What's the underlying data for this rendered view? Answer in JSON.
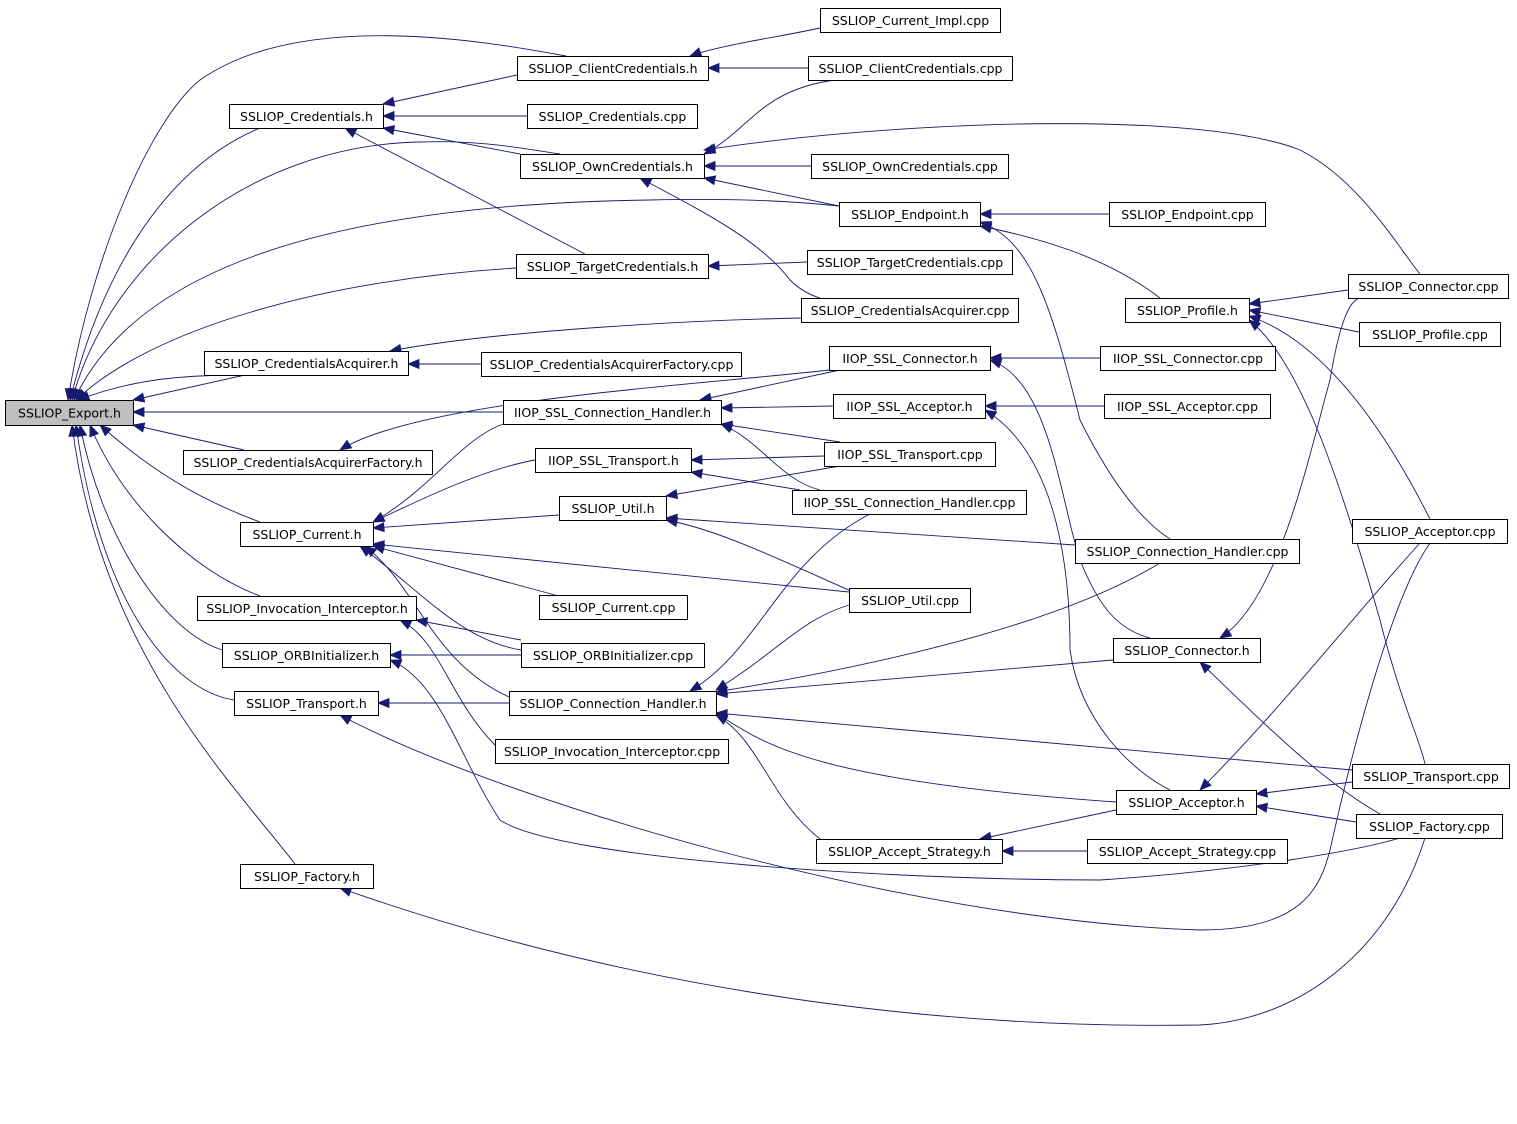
{
  "colors": {
    "edge": "#191970",
    "node_fill": "#ffffff",
    "root_fill": "#bfbfbf",
    "border": "#000000"
  },
  "nodes": [
    {
      "id": "export_h",
      "label": "SSLIOP_Export.h",
      "root": true
    },
    {
      "id": "clientcred_h",
      "label": "SSLIOP_ClientCredentials.h"
    },
    {
      "id": "cred_h",
      "label": "SSLIOP_Credentials.h"
    },
    {
      "id": "owncred_h",
      "label": "SSLIOP_OwnCredentials.h"
    },
    {
      "id": "targetcred_h",
      "label": "SSLIOP_TargetCredentials.h"
    },
    {
      "id": "credacq_h",
      "label": "SSLIOP_CredentialsAcquirer.h"
    },
    {
      "id": "credacqfac_h",
      "label": "SSLIOP_CredentialsAcquirerFactory.h"
    },
    {
      "id": "current_h",
      "label": "SSLIOP_Current.h"
    },
    {
      "id": "invint_h",
      "label": "SSLIOP_Invocation_Interceptor.h"
    },
    {
      "id": "orbinit_h",
      "label": "SSLIOP_ORBInitializer.h"
    },
    {
      "id": "transport_h",
      "label": "SSLIOP_Transport.h"
    },
    {
      "id": "factory_h",
      "label": "SSLIOP_Factory.h"
    },
    {
      "id": "current_impl_cpp",
      "label": "SSLIOP_Current_Impl.cpp"
    },
    {
      "id": "clientcred_cpp",
      "label": "SSLIOP_ClientCredentials.cpp"
    },
    {
      "id": "cred_cpp",
      "label": "SSLIOP_Credentials.cpp"
    },
    {
      "id": "owncred_cpp",
      "label": "SSLIOP_OwnCredentials.cpp"
    },
    {
      "id": "endpoint_h",
      "label": "SSLIOP_Endpoint.h"
    },
    {
      "id": "endpoint_cpp",
      "label": "SSLIOP_Endpoint.cpp"
    },
    {
      "id": "targetcred_cpp",
      "label": "SSLIOP_TargetCredentials.cpp"
    },
    {
      "id": "credacq_cpp",
      "label": "SSLIOP_CredentialsAcquirer.cpp"
    },
    {
      "id": "profile_h",
      "label": "SSLIOP_Profile.h"
    },
    {
      "id": "connector_cpp",
      "label": "SSLIOP_Connector.cpp"
    },
    {
      "id": "profile_cpp",
      "label": "SSLIOP_Profile.cpp"
    },
    {
      "id": "credacqfac_cpp",
      "label": "SSLIOP_CredentialsAcquirerFactory.cpp"
    },
    {
      "id": "iiop_connector_h",
      "label": "IIOP_SSL_Connector.h"
    },
    {
      "id": "iiop_connector_cpp",
      "label": "IIOP_SSL_Connector.cpp"
    },
    {
      "id": "iiop_connhandler_h",
      "label": "IIOP_SSL_Connection_Handler.h"
    },
    {
      "id": "iiop_acceptor_h",
      "label": "IIOP_SSL_Acceptor.h"
    },
    {
      "id": "iiop_acceptor_cpp",
      "label": "IIOP_SSL_Acceptor.cpp"
    },
    {
      "id": "iiop_transport_h",
      "label": "IIOP_SSL_Transport.h"
    },
    {
      "id": "iiop_transport_cpp",
      "label": "IIOP_SSL_Transport.cpp"
    },
    {
      "id": "util_h",
      "label": "SSLIOP_Util.h"
    },
    {
      "id": "iiop_connhandler_cpp",
      "label": "IIOP_SSL_Connection_Handler.cpp"
    },
    {
      "id": "connhandler_cpp",
      "label": "SSLIOP_Connection_Handler.cpp"
    },
    {
      "id": "acceptor_cpp",
      "label": "SSLIOP_Acceptor.cpp"
    },
    {
      "id": "current_cpp",
      "label": "SSLIOP_Current.cpp"
    },
    {
      "id": "util_cpp",
      "label": "SSLIOP_Util.cpp"
    },
    {
      "id": "orbinit_cpp",
      "label": "SSLIOP_ORBInitializer.cpp"
    },
    {
      "id": "connector_h",
      "label": "SSLIOP_Connector.h"
    },
    {
      "id": "connhandler_h",
      "label": "SSLIOP_Connection_Handler.h"
    },
    {
      "id": "invint_cpp",
      "label": "SSLIOP_Invocation_Interceptor.cpp"
    },
    {
      "id": "transport_cpp",
      "label": "SSLIOP_Transport.cpp"
    },
    {
      "id": "acceptor_h",
      "label": "SSLIOP_Acceptor.h"
    },
    {
      "id": "factory_cpp",
      "label": "SSLIOP_Factory.cpp"
    },
    {
      "id": "accept_strategy_h",
      "label": "SSLIOP_Accept_Strategy.h"
    },
    {
      "id": "accept_strategy_cpp",
      "label": "SSLIOP_Accept_Strategy.cpp"
    }
  ]
}
